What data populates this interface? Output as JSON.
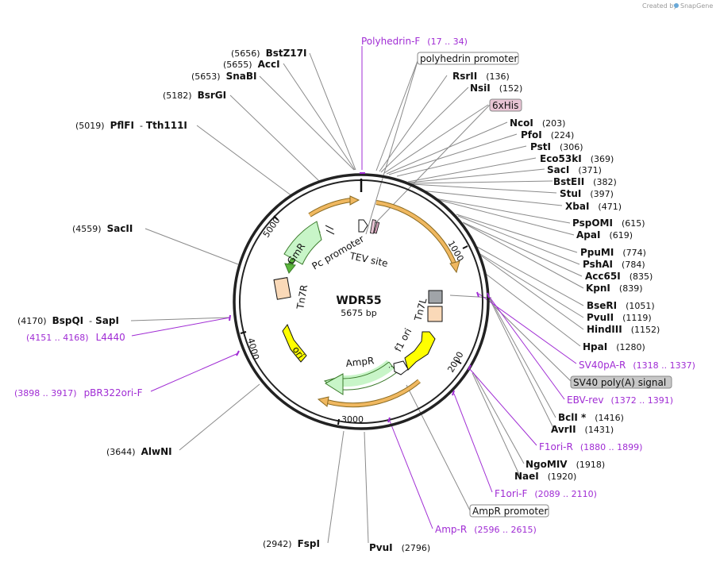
{
  "credit": "Created by",
  "brand": "SnapGene",
  "plasmid": {
    "name": "WDR55",
    "length_label": "5675 bp"
  },
  "ticks": [
    "1000",
    "2000",
    "3000",
    "4000",
    "5000"
  ],
  "features": {
    "tev": "TEV site",
    "pc_promoter": "Pc promoter",
    "gmr": "GmR",
    "tn7r": "Tn7R",
    "tn7l": "Tn7L",
    "ori": "ori",
    "f1ori": "f1 ori",
    "ampr": "AmpR"
  },
  "boxed_labels": {
    "polyhedrin": "polyhedrin promoter",
    "sixhis": "6xHis",
    "sv40": "SV40 poly(A) signal",
    "ampr_promoter": "AmpR promoter"
  },
  "enzymes": [
    {
      "name": "BstZ17I",
      "pos": "(5656)"
    },
    {
      "name": "AccI",
      "pos": "(5655)"
    },
    {
      "name": "SnaBI",
      "pos": "(5653)"
    },
    {
      "name": "BsrGI",
      "pos": "(5182)"
    },
    {
      "name": "PflFI",
      "pos": "(5019)",
      "alt": "Tth111I",
      "sep": "-"
    },
    {
      "name": "SacII",
      "pos": "(4559)"
    },
    {
      "name": "BspQI",
      "pos": "(4170)",
      "alt": "SapI",
      "sep": "-"
    },
    {
      "name": "AlwNI",
      "pos": "(3644)"
    },
    {
      "name": "FspI",
      "pos": "(2942)"
    },
    {
      "name": "PvuI",
      "pos": "(2796)"
    },
    {
      "name": "RsrII",
      "pos": "(136)"
    },
    {
      "name": "NsiI",
      "pos": "(152)"
    },
    {
      "name": "NcoI",
      "pos": "(203)"
    },
    {
      "name": "PfoI",
      "pos": "(224)"
    },
    {
      "name": "PstI",
      "pos": "(306)"
    },
    {
      "name": "Eco53kI",
      "pos": "(369)"
    },
    {
      "name": "SacI",
      "pos": "(371)"
    },
    {
      "name": "BstEII",
      "pos": "(382)"
    },
    {
      "name": "StuI",
      "pos": "(397)"
    },
    {
      "name": "XbaI",
      "pos": "(471)"
    },
    {
      "name": "PspOMI",
      "pos": "(615)"
    },
    {
      "name": "ApaI",
      "pos": "(619)"
    },
    {
      "name": "PpuMI",
      "pos": "(774)"
    },
    {
      "name": "PshAI",
      "pos": "(784)"
    },
    {
      "name": "Acc65I",
      "pos": "(835)"
    },
    {
      "name": "KpnI",
      "pos": "(839)"
    },
    {
      "name": "BseRI",
      "pos": "(1051)"
    },
    {
      "name": "PvuII",
      "pos": "(1119)"
    },
    {
      "name": "HindIII",
      "pos": "(1152)"
    },
    {
      "name": "HpaI",
      "pos": "(1280)"
    },
    {
      "name": "BclI *",
      "pos": "(1416)"
    },
    {
      "name": "AvrII",
      "pos": "(1431)"
    },
    {
      "name": "NgoMIV",
      "pos": "(1918)"
    },
    {
      "name": "NaeI",
      "pos": "(1920)"
    }
  ],
  "primers": [
    {
      "name": "Polyhedrin-F",
      "range": "(17 .. 34)"
    },
    {
      "name": "L4440",
      "range": "(4151 .. 4168)"
    },
    {
      "name": "pBR322ori-F",
      "range": "(3898 .. 3917)"
    },
    {
      "name": "SV40pA-R",
      "range": "(1318 .. 1337)"
    },
    {
      "name": "EBV-rev",
      "range": "(1372 .. 1391)"
    },
    {
      "name": "F1ori-R",
      "range": "(1880 .. 1899)"
    },
    {
      "name": "F1ori-F",
      "range": "(2089 .. 2110)"
    },
    {
      "name": "Amp-R",
      "range": "(2596 .. 2615)"
    }
  ],
  "colors": {
    "backbone": "#222222",
    "primer": "#a02cd4",
    "leader": "#8a8a8a",
    "orange_arrow": "#f0b860",
    "green_gmr": "#5cb83c",
    "ampr_fill": "#c8f5c8",
    "yellow": "#ffff00",
    "tn7_fill": "#fad9b8",
    "his_fill": "#e8c4d4",
    "sv40_fill": "#c8c8c8"
  }
}
